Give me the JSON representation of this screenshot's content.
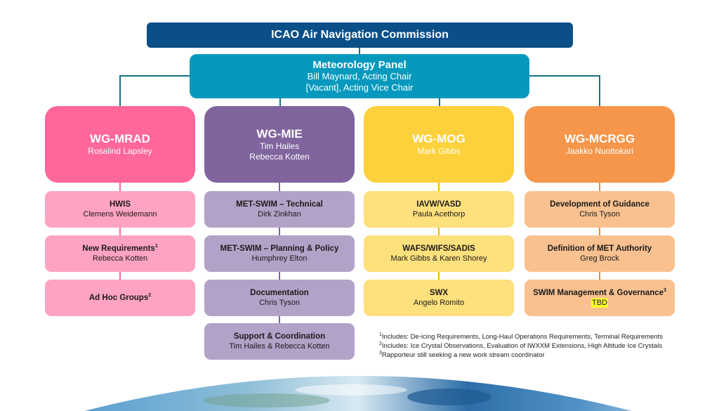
{
  "commission": {
    "title": "ICAO Air Navigation Commission"
  },
  "panel": {
    "title": "Meteorology Panel",
    "chair": "Bill Maynard, Acting Chair",
    "vice_chair": "[Vacant], Acting Vice Chair"
  },
  "working_groups": [
    {
      "name": "WG-MRAD",
      "people": [
        "Rosalind Lapsley"
      ],
      "color": "#ff6699",
      "sub_color": "#ffa3c2",
      "line_color": "#ff6699",
      "subgroups": [
        {
          "title": "HWIS",
          "sup": "",
          "people": "Clemens Weidemann"
        },
        {
          "title": "New Requirements",
          "sup": "1",
          "people": "Rebecca Kotten"
        },
        {
          "title": "Ad Hoc Groups",
          "sup": "2",
          "people": ""
        }
      ]
    },
    {
      "name": "WG-MIE",
      "people": [
        "Tim Hailes",
        "Rebecca Kotten"
      ],
      "color": "#80649e",
      "sub_color": "#b3a2c8",
      "line_color": "#80649e",
      "subgroups": [
        {
          "title": "MET-SWIM – Technical",
          "sup": "",
          "people": "Dirk Zinkhan"
        },
        {
          "title": "MET-SWIM – Planning & Policy",
          "sup": "",
          "people": "Humphrey Elton"
        },
        {
          "title": "Documentation",
          "sup": "",
          "people": "Chris Tyson"
        },
        {
          "title": "Support & Coordination",
          "sup": "",
          "people": "Tim Hailes & Rebecca Kotten"
        }
      ]
    },
    {
      "name": "WG-MOG",
      "people": [
        "Mark Gibbs"
      ],
      "color": "#fdd13b",
      "sub_color": "#fee07c",
      "line_color": "#f0b400",
      "subgroups": [
        {
          "title": "IAVW/VASD",
          "sup": "",
          "people": "Paula Acethorp"
        },
        {
          "title": "WAFS/WIFS/SADIS",
          "sup": "",
          "people": "Mark Gibbs & Karen Shorey"
        },
        {
          "title": "SWX",
          "sup": "",
          "people": "Angelo Romito"
        }
      ]
    },
    {
      "name": "WG-MCRGG",
      "people": [
        "Jaakko Nuottokari"
      ],
      "color": "#f5964a",
      "sub_color": "#f9c190",
      "line_color": "#f08a30",
      "subgroups": [
        {
          "title": "Development of Guidance",
          "sup": "",
          "people": "Chris Tyson"
        },
        {
          "title": "Definition of MET Authority",
          "sup": "",
          "people": "Greg Brock"
        },
        {
          "title": "SWIM Management & Governance",
          "sup": "3",
          "people": "TBD",
          "highlight": true
        }
      ]
    }
  ],
  "footnotes": [
    {
      "num": "1",
      "text": "Includes: De-icing Requirements, Long-Haul Operations Requirements, Terminal Requirements"
    },
    {
      "num": "2",
      "text": "Includes: Ice Crystal Observations, Evaluation of IWXXM Extensions, High Altitude Ice Crystals"
    },
    {
      "num": "3",
      "text": "Rapporteur still seeking a new work stream coordinator"
    }
  ],
  "colors": {
    "commission": "#0b4f88",
    "panel": "#0699bd",
    "connector": "#1a6f8c"
  }
}
